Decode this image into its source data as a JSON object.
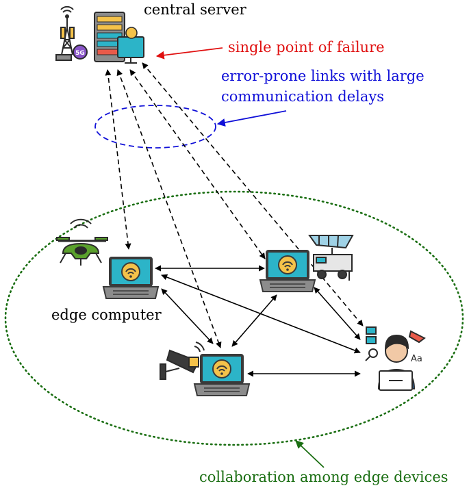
{
  "labels": {
    "central_server": "central server",
    "single_point": "single point of failure",
    "error_links_line1": "error-prone links with large",
    "error_links_line2": "communication delays",
    "edge_computer": "edge computer",
    "collaboration": "collaboration among edge devices",
    "five_g": "5G",
    "font_icon": "Aa"
  },
  "colors": {
    "failure": "#e01010",
    "links": "#1010d8",
    "collaboration": "#1a6e12",
    "laptop_screen": "#2cb4c8",
    "laptop_body": "#8c8c8c",
    "wifi_badge": "#f4c24a"
  },
  "icons": [
    "server-icon",
    "cell-tower-icon",
    "drone-icon",
    "camera-icon",
    "satellite-vehicle-icon",
    "user-icon",
    "laptop-icon"
  ]
}
